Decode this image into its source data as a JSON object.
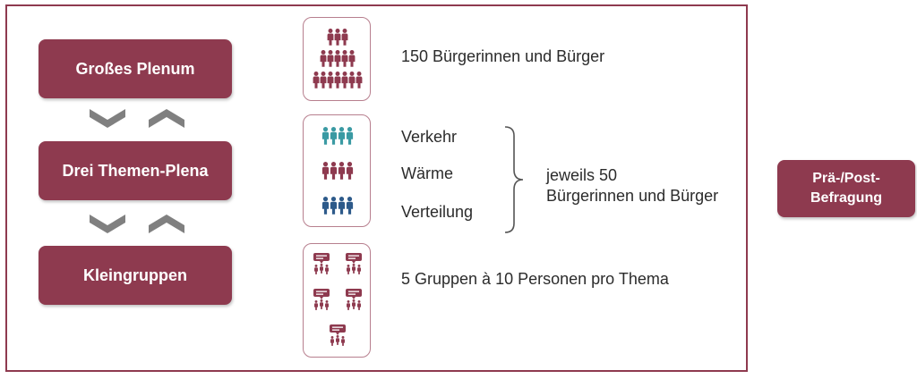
{
  "stages": [
    {
      "label": "Großes Plenum"
    },
    {
      "label": "Drei Themen-Plena"
    },
    {
      "label": "Kleingruppen"
    }
  ],
  "descriptions": {
    "plenum": "150 Bürgerinnen und Bürger",
    "topics": [
      "Verkehr",
      "Wärme",
      "Verteilung"
    ],
    "topics_note_line1": "jeweils 50",
    "topics_note_line2": "Bürgerinnen und Bürger",
    "groups": "5 Gruppen à 10 Personen pro Thema"
  },
  "side_box": {
    "line1": "Prä-/Post-",
    "line2": "Befragung"
  },
  "icons": {
    "crowd": "crowd-pyramid-icon",
    "topic_groups": "people-group-icon",
    "small_groups": "discussion-group-icon"
  },
  "colors": {
    "primary": "#8e3a4f",
    "teal": "#3a9aa3",
    "navy": "#2d5a8a",
    "arrow": "#808080"
  }
}
